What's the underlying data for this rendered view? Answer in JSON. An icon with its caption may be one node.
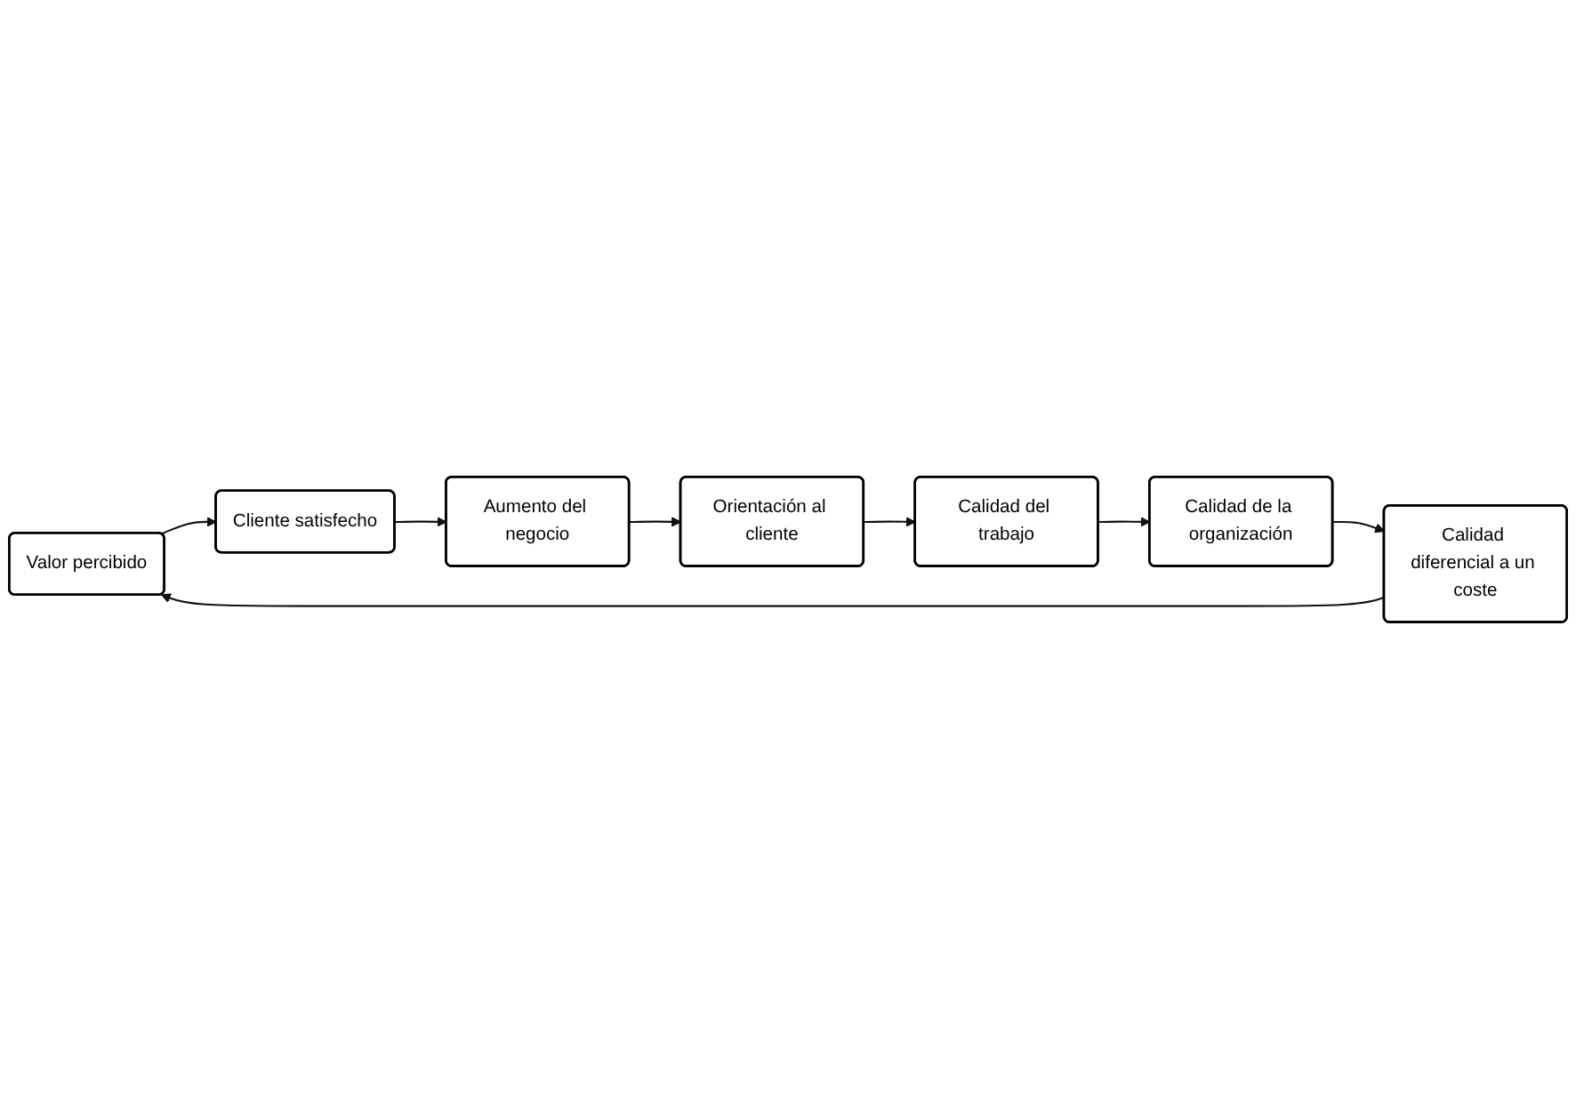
{
  "diagram": {
    "nodes": [
      {
        "text": [
          "Valor percibido"
        ]
      },
      {
        "text": [
          "Calidad diferencial a un coste"
        ]
      },
      {
        "text": [
          "Cliente satisfecho"
        ]
      },
      {
        "text": [
          "Calidad de la organización"
        ]
      },
      {
        "text": [
          "Aumento del negocio"
        ]
      },
      {
        "text": [
          "Calidad del trabajo"
        ]
      },
      {
        "text": [
          "Orientación al cliente"
        ]
      }
    ],
    "edges": [
      {
        "from": 0,
        "to": 2,
        "arrow": "to"
      },
      {
        "from": 2,
        "to": 4,
        "arrow": "to"
      },
      {
        "from": 4,
        "to": 6,
        "arrow": "to"
      },
      {
        "from": 6,
        "to": 5,
        "arrow": "to"
      },
      {
        "from": 5,
        "to": 3,
        "arrow": "to"
      },
      {
        "from": 3,
        "to": 1,
        "arrow": "to"
      },
      {
        "from": 1,
        "to": 0,
        "arrow": "to"
      }
    ]
  }
}
